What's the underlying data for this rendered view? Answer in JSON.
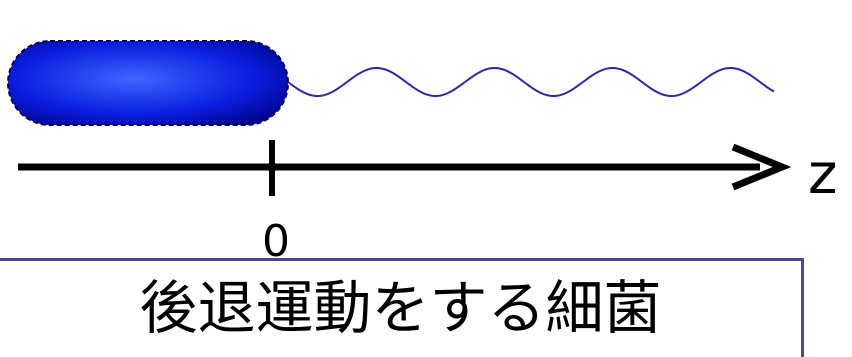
{
  "diagram": {
    "axis_label": "z",
    "origin_label": "0",
    "caption": "後退運動をする細菌"
  },
  "colors": {
    "body_dark": "#000080",
    "body_mid": "#0a1ee0",
    "body_light": "#3f66ff",
    "flagellum": "#2a2ab0",
    "axis": "#000000",
    "caption_border": "#4a4a8c"
  }
}
